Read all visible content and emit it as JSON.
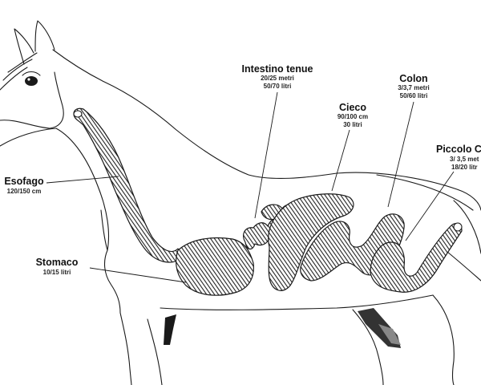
{
  "labels": {
    "intestino_tenue": {
      "name": "Intestino tenue",
      "line1": "20/25 metri",
      "line2": "50/70 litri"
    },
    "colon": {
      "name": "Colon",
      "line1": "3/3,7 metri",
      "line2": "50/60 litri"
    },
    "cieco": {
      "name": "Cieco",
      "line1": "90/100 cm",
      "line2": "30 litri"
    },
    "piccolo_colon": {
      "name": "Piccolo Co",
      "line1": "3/ 3,5 met",
      "line2": "18/20 litr"
    },
    "esofago": {
      "name": "Esofago",
      "line1": "120/150 cm"
    },
    "stomaco": {
      "name": "Stomaco",
      "line1": "10/15 litri"
    }
  },
  "colors": {
    "ink": "#1a1a1a",
    "background": "#ffffff",
    "hoof_shade": "#555555"
  }
}
